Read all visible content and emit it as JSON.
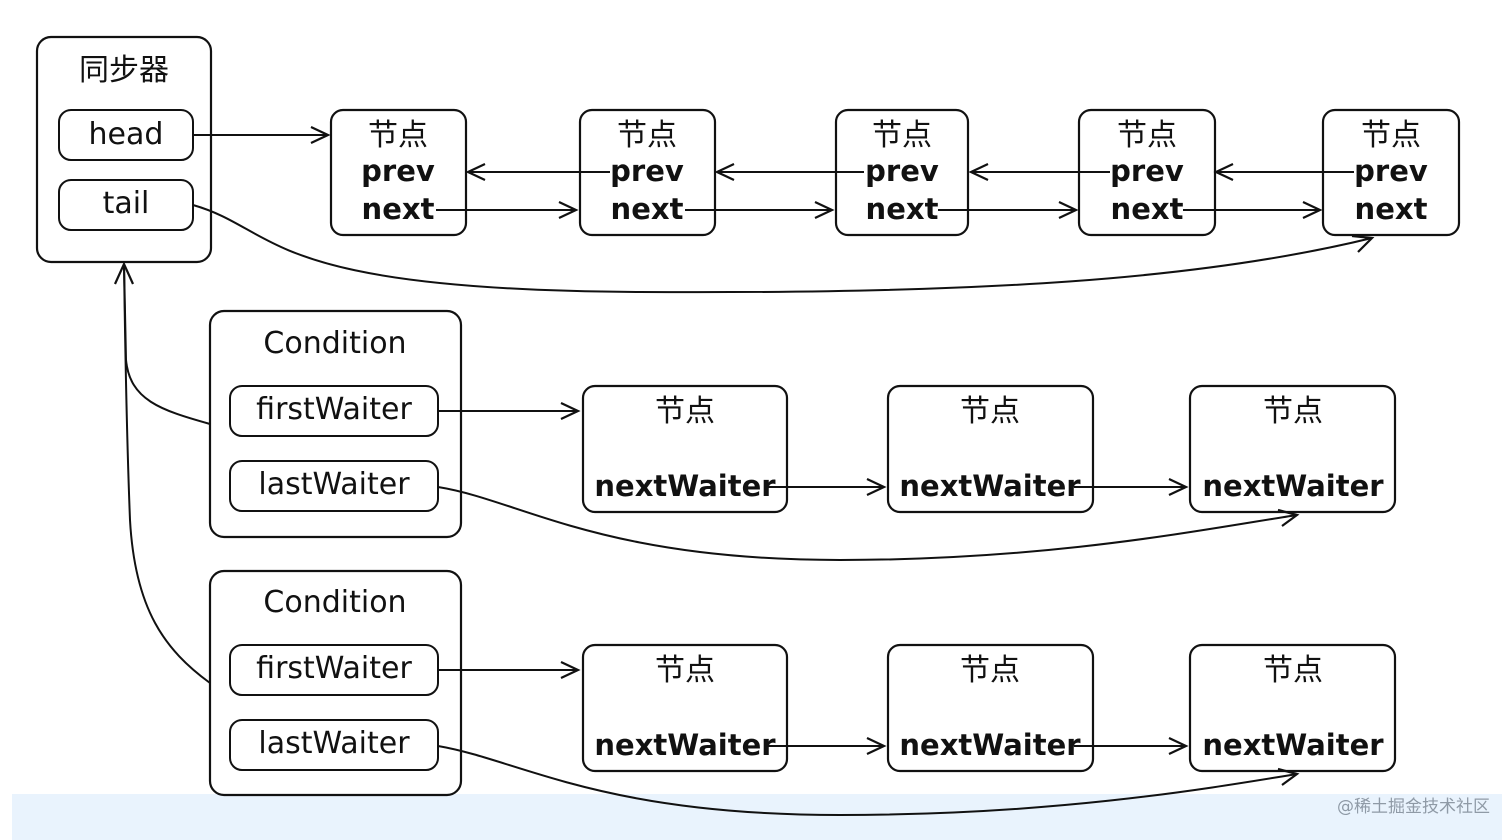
{
  "sync": {
    "title": "同步器",
    "head": "head",
    "tail": "tail"
  },
  "sync_queue": {
    "node_label": "节点",
    "prev_label": "prev",
    "next_label": "next",
    "node_count": 5
  },
  "conditions": [
    {
      "title": "Condition",
      "first": "firstWaiter",
      "last": "lastWaiter",
      "node_label": "节点",
      "next_waiter_label": "nextWaiter",
      "node_count": 3
    },
    {
      "title": "Condition",
      "first": "firstWaiter",
      "last": "lastWaiter",
      "node_label": "节点",
      "next_waiter_label": "nextWaiter",
      "node_count": 3
    }
  ],
  "watermark": "@稀土掘金技术社区",
  "colors": {
    "stroke": "#111111",
    "band": "#e9f3fd",
    "watermark": "#8f9aa6"
  }
}
